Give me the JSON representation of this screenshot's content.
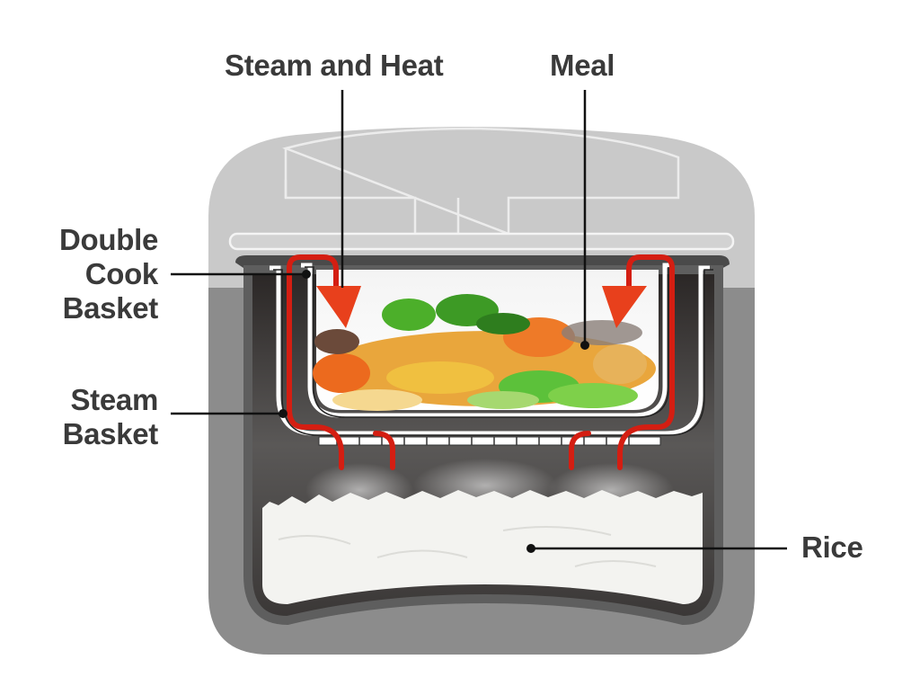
{
  "title": "Rice cooker cross-section with Double Cook Basket",
  "labels": {
    "steam_heat": "Steam and Heat",
    "meal": "Meal",
    "double_cook_basket": [
      "Double",
      "Cook",
      "Basket"
    ],
    "steam_basket": [
      "Steam",
      "Basket"
    ],
    "rice": "Rice"
  },
  "colors": {
    "body_light": "#c8c8c8",
    "body_mid": "#8a8a8a",
    "pot_dark": "#3b3b3b",
    "heat_arrow": "#e8401c",
    "heat_line": "#d41e12",
    "label_text": "#3a3a3a",
    "rice": "#f4f4f2"
  }
}
